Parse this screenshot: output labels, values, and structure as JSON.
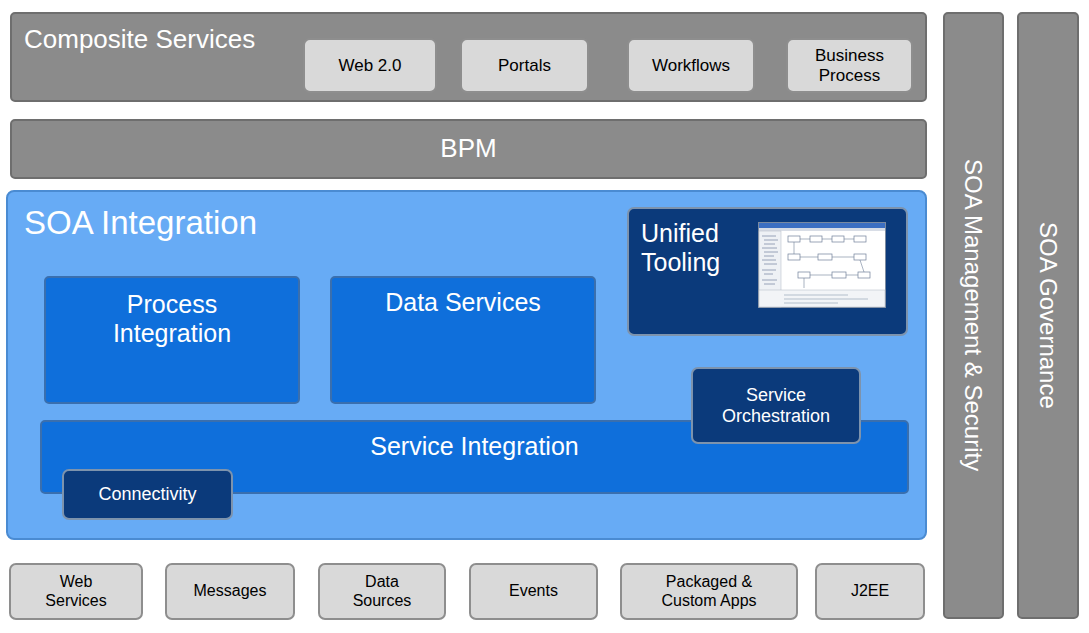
{
  "diagram": {
    "nodes": [
      {
        "text": [
          "Composite Services"
        ]
      },
      {
        "text": [
          "Web 2.0"
        ],
        "in": 0
      },
      {
        "text": [
          "Portals"
        ],
        "in": 0
      },
      {
        "text": [
          "Workflows"
        ],
        "in": 0
      },
      {
        "text": [
          "Business Process"
        ],
        "in": 0
      },
      {
        "text": [
          "BPM"
        ]
      },
      {
        "text": [
          "SOA Integration"
        ]
      },
      {
        "text": [
          "Process Integration"
        ],
        "in": 6
      },
      {
        "text": [
          "Data Services"
        ],
        "in": 6
      },
      {
        "text": [
          "Unified Tooling"
        ],
        "in": 6
      },
      {
        "text": [
          "Service Integration"
        ],
        "in": 6
      },
      {
        "text": [
          "Service Orchestration"
        ],
        "in": 6
      },
      {
        "text": [
          "Connectivity"
        ],
        "in": 6
      },
      {
        "text": [
          "Web Services"
        ]
      },
      {
        "text": [
          "Messages"
        ]
      },
      {
        "text": [
          "Data Sources"
        ]
      },
      {
        "text": [
          "Events"
        ]
      },
      {
        "text": [
          "Packaged & Custom Apps"
        ]
      },
      {
        "text": [
          "J2EE"
        ]
      },
      {
        "text": [
          "SOA Management & Security"
        ]
      },
      {
        "text": [
          "SOA Governance"
        ]
      }
    ]
  }
}
